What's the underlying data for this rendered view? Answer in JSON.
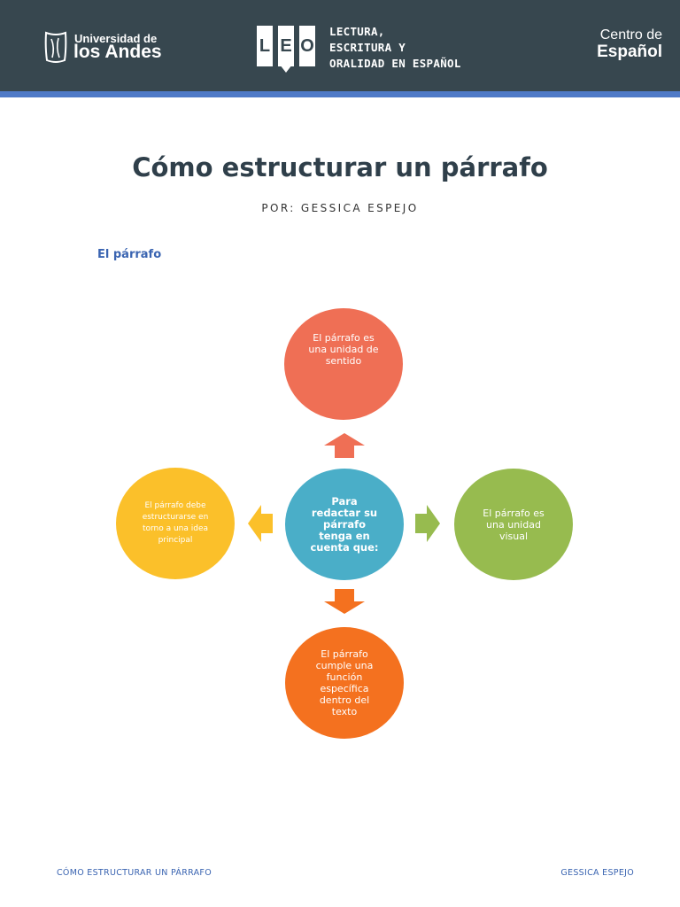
{
  "header": {
    "university": {
      "line1": "Universidad de",
      "line2": "los Andes",
      "icon": "university-crest-icon"
    },
    "program_logo": {
      "letters": [
        "L",
        "E",
        "O"
      ],
      "lines": [
        "LECTURA,",
        "ESCRITURA Y",
        "ORALIDAD EN ESPAÑOL"
      ]
    },
    "center": {
      "line1": "Centro de",
      "line2": "Español"
    },
    "colors": {
      "header_bg": "#37474f",
      "stripe": "#4f7ac7"
    }
  },
  "document": {
    "title": "Cómo estructurar un párrafo",
    "author": "POR: GESSICA ESPEJO",
    "section_heading": "El párrafo"
  },
  "diagram": {
    "center": {
      "lines": [
        "Para",
        "redactar su",
        "párrafo",
        "tenga en",
        "cuenta que:"
      ],
      "color": "#4aaec8"
    },
    "top": {
      "lines": [
        "El párrafo es",
        "una unidad de",
        "sentido"
      ],
      "color": "#ef6f55"
    },
    "right": {
      "lines": [
        "El párrafo es",
        "una unidad",
        "visual"
      ],
      "color": "#97bb4f"
    },
    "bottom": {
      "lines": [
        "El párrafo",
        "cumple una",
        "función",
        "específica",
        "dentro del",
        "texto"
      ],
      "color": "#f4711f"
    },
    "left": {
      "lines": [
        "El párrafo debe",
        "estructurarse en",
        "torno a una idea",
        "principal"
      ],
      "color": "#fbc02a"
    }
  },
  "footer": {
    "left": "CÓMO ESTRUCTURAR UN PÁRRAFO",
    "right": "GESSICA ESPEJO"
  }
}
